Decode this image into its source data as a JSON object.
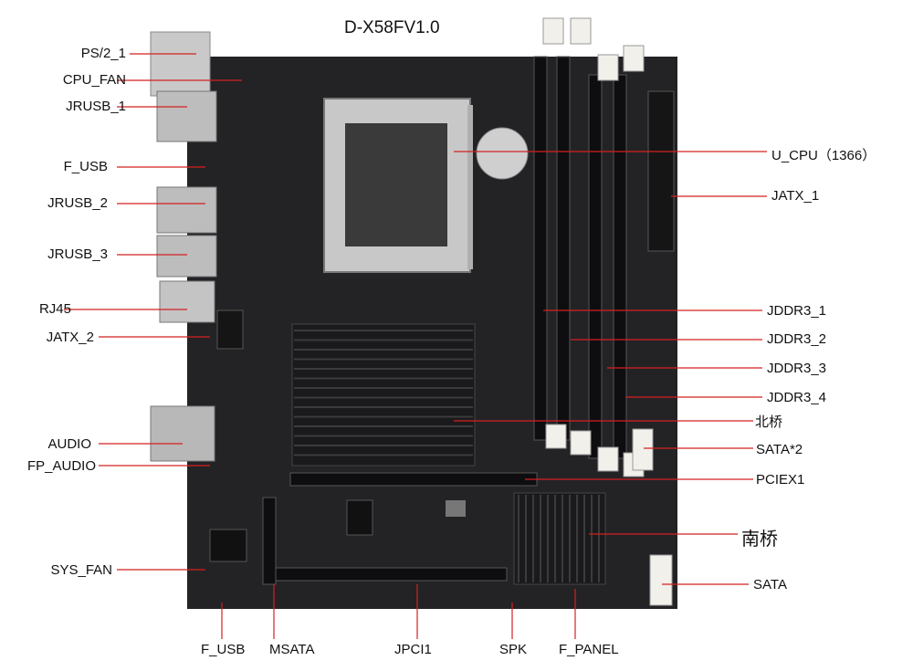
{
  "title": "D-X58FV1.0",
  "colors": {
    "pcb": "#232326",
    "heatsink": "#1a1a1c",
    "leader": "#d42020",
    "slot": "#0e0e10",
    "white_part": "#f2f0ea"
  },
  "labels_left": [
    "PS/2_1",
    "CPU_FAN",
    "JRUSB_1",
    "F_USB",
    "JRUSB_2",
    "JRUSB_3",
    "RJ45",
    "JATX_2",
    "AUDIO",
    "FP_AUDIO",
    "SYS_FAN"
  ],
  "labels_right": [
    "U_CPU（1366）",
    "JATX_1",
    "JDDR3_1",
    "JDDR3_2",
    "JDDR3_3",
    "JDDR3_4",
    "北桥",
    "SATA*2",
    "PCIEX1",
    "南桥",
    "SATA"
  ],
  "labels_bottom": [
    "F_USB",
    "MSATA",
    "JPCI1",
    "SPK",
    "F_PANEL"
  ]
}
